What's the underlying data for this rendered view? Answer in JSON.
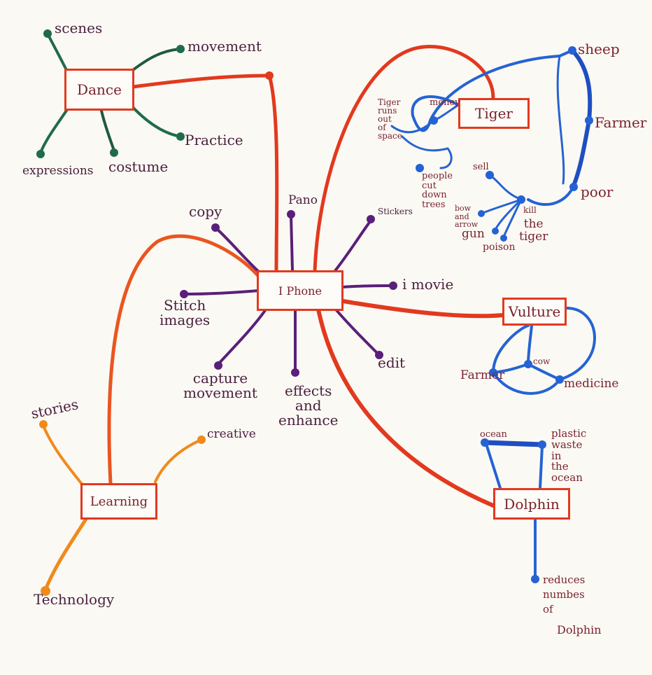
{
  "colors": {
    "red": "#e2391f",
    "green": "#1f6b4d",
    "purple": "#5a1f7a",
    "blue": "#2563d4",
    "orange": "#f08a1c",
    "ink": "#6b1c3a",
    "paper": "#fbf9f3"
  },
  "hubs": {
    "dance": "Dance",
    "iphone": "I Phone",
    "tiger": "Tiger",
    "vulture": "Vulture",
    "dolphin": "Dolphin",
    "learning": "Learning"
  },
  "dance_branches": {
    "scenes": "scenes",
    "movement": "movement",
    "practice": "Practice",
    "costume": "costume",
    "expressions": "expressions"
  },
  "iphone_branches": {
    "copy": "copy",
    "pano": "Pano",
    "stickers": "Stickers",
    "imovie": "i movie",
    "edit": "edit",
    "effects": "effects\nand\nenhance",
    "capture": "capture\nmovement",
    "stitch": "Stitch\nimages"
  },
  "tiger_branches": {
    "tiger_runs": "Tiger\nruns\nout\nof\nspace",
    "money": "money",
    "sheep": "sheep",
    "farmer": "Farmer",
    "poor": "poor",
    "sell": "sell",
    "people": "people\ncut\ndown\ntrees",
    "bow": "bow\nand\narrow",
    "gun": "gun",
    "poison": "poison",
    "kill": "kill",
    "the_tiger": "the\ntiger"
  },
  "vulture_branches": {
    "cow": "cow",
    "farmer": "Farmer",
    "medicine": "medicine"
  },
  "dolphin_branches": {
    "ocean": "ocean",
    "plastic": "plastic\nwaste\nin\nthe\nocean",
    "reduces": "reduces\nnumbes\nof",
    "dolphin": "Dolphin"
  },
  "learning_branches": {
    "stories": "stories",
    "creative": "creative",
    "technology": "Technology"
  }
}
